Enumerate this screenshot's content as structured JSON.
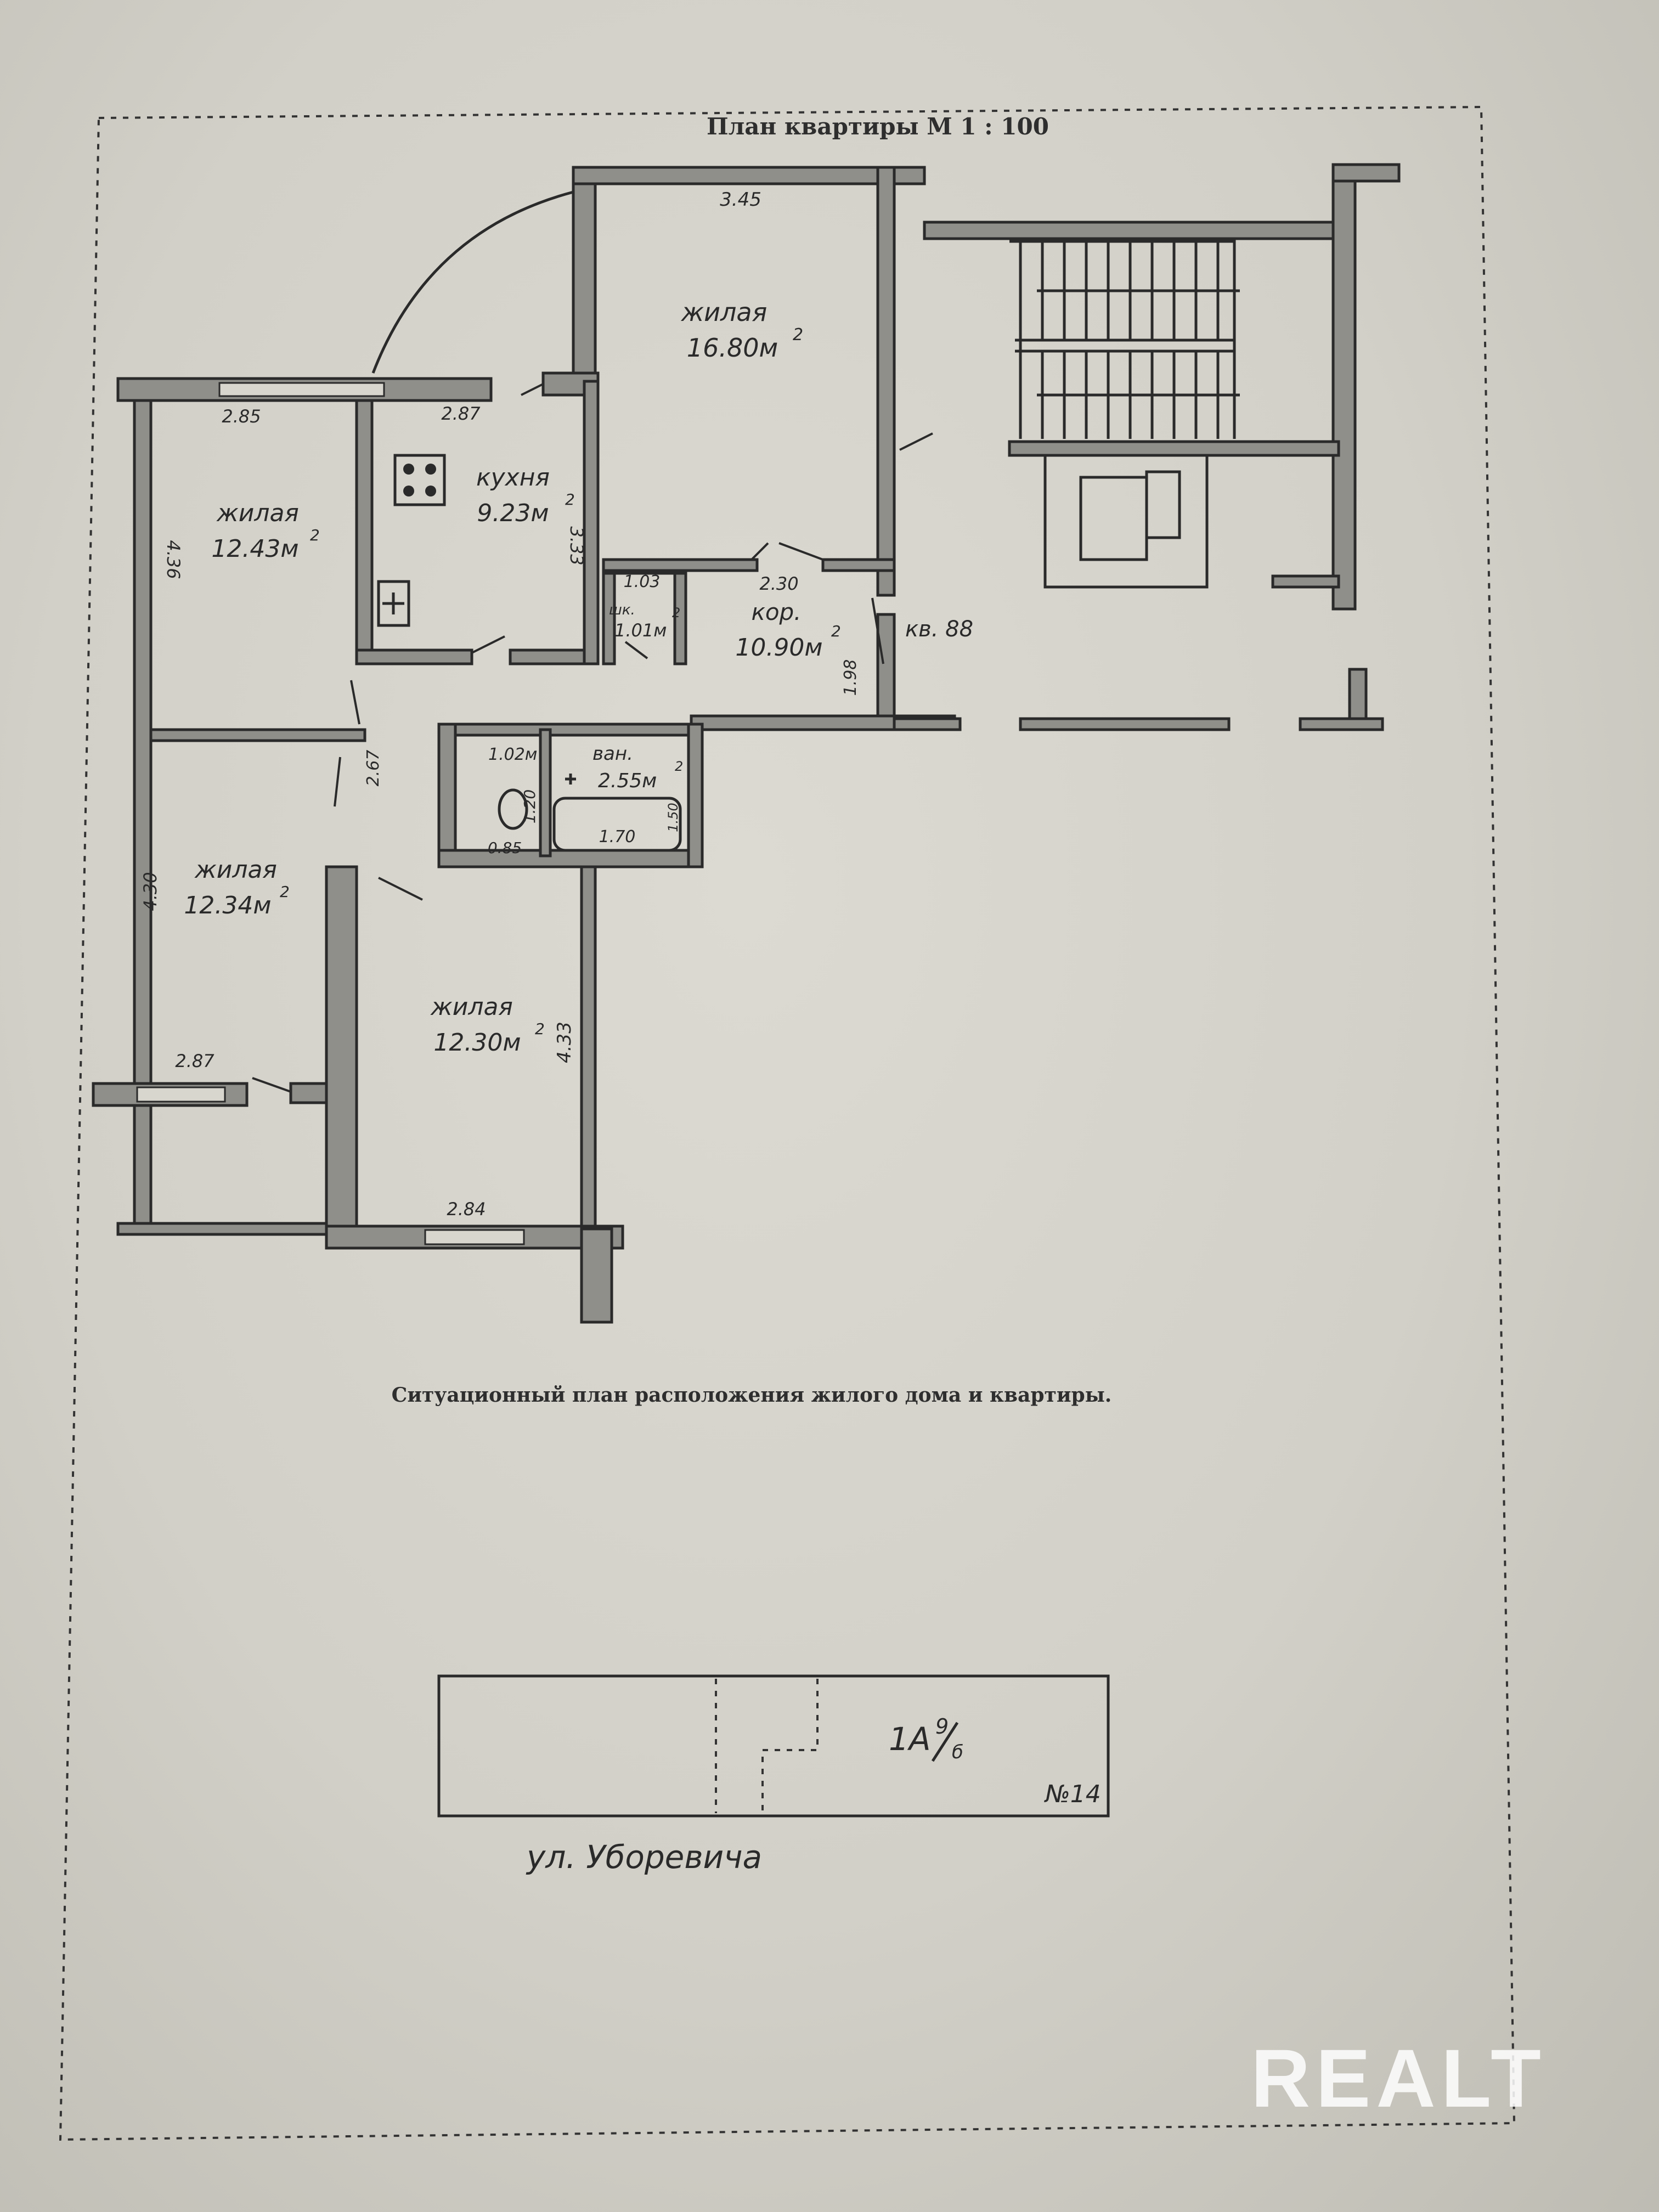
{
  "plan_title": "План квартиры М 1 : 100",
  "situation_caption": "Ситуационный план расположения жилого дома и    квартиры.",
  "rooms": {
    "living_top": {
      "name": "жилая",
      "area": "16.80м"
    },
    "living_left_top": {
      "name": "жилая",
      "area": "12.43м"
    },
    "kitchen": {
      "name": "кухня",
      "area": "9.23м"
    },
    "storage": {
      "name": "шк.",
      "area": "1.01м"
    },
    "corridor": {
      "name": "кор.",
      "area": "10.90м"
    },
    "toilet": {
      "area": "1.02м"
    },
    "bath": {
      "name": "ван.",
      "area": "2.55м"
    },
    "living_left_bottom": {
      "name": "жилая",
      "area": "12.34м"
    },
    "living_bottom": {
      "name": "жилая",
      "area": "12.30м"
    }
  },
  "area_superscript": "2",
  "apartment_label": "кв. 88",
  "dimensions": {
    "top_room_width": "3.45",
    "left_top_width": "2.85",
    "kitchen_width": "2.87",
    "left_top_depth": "4.36",
    "kitchen_depth": "3.33",
    "storage_width": "1.03",
    "corridor_width": "2.30",
    "corridor_depth": "1.98",
    "passage": "2.67",
    "toilet_depth": "1.20",
    "toilet_width": "0.85",
    "bath_length": "1.70",
    "bath_depth": "1.50",
    "left_bottom_depth": "4.30",
    "left_bottom_width": "2.87",
    "bottom_room_depth": "4.33",
    "bottom_room_width": "2.84"
  },
  "site_plan": {
    "building_label": "1А",
    "building_fraction_num": "9",
    "building_fraction_den": "б",
    "house_number": "№14",
    "street": "ул. Уборевича"
  },
  "watermark": "REALT",
  "colors": {
    "paper": "#d6d4cc",
    "ink": "#2a2a2a",
    "wall_fill": "#8f8f8a"
  }
}
